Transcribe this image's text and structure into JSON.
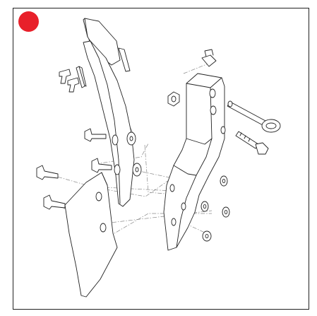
{
  "figure": {
    "marker": {
      "color": "#e8202a",
      "shape": "filled-circle"
    },
    "parts": [
      "tip-plate",
      "spring-clip",
      "shovel-blade",
      "shank",
      "hitch-pin",
      "shear-bolt",
      "plow-bolts",
      "washers",
      "nut",
      "lower-plate"
    ],
    "line_color": "#222222",
    "leader_color": "#888888"
  }
}
